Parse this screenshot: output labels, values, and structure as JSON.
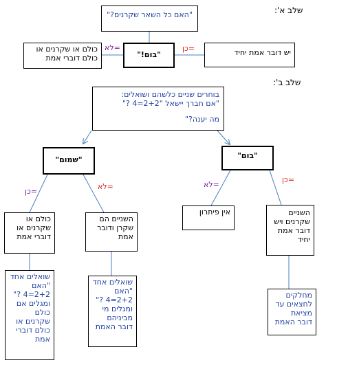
{
  "stage_a": {
    "heading": "שלב א':",
    "question": "\"האם כל השאר שקרנים?\"",
    "boom": "\"בום!\"",
    "label_no": "=לא",
    "label_yes": "=כן",
    "left_box": [
      "כולם או שקרנים או",
      "כולם דוברי אמת"
    ],
    "right_box": "יש דובר אמת יחיד"
  },
  "stage_b": {
    "heading": "שלב ב':",
    "top_box": [
      "בוחרים שניים כלשהם ושואלים:",
      "\"אם חברך יישאל   \"2+2=4 ?\"",
      "מה יענה?\""
    ],
    "shmum": "\"שמום\"",
    "boom": "\"בום\"",
    "shmum_yes": "=כן",
    "shmum_no": "=לא",
    "boom_no": "=לא",
    "boom_yes": "=כן",
    "box_all_same": [
      "כולם או",
      "שקרנים או",
      "דוברי אמת"
    ],
    "box_liar_truth": [
      "השניים הם",
      "שקרן ודובר",
      "אמת"
    ],
    "box_no_solution": "אין פיתרון",
    "box_two_liars": [
      "השניים",
      "שקרנים ויש",
      "דובר אמת",
      "יחיד"
    ],
    "final_1": [
      "שואלים אחד",
      "\"האם",
      "2+2=4 ?\"",
      "ומגלים אם",
      "כולם",
      "שקרנים או",
      "כולם דוברי",
      "אמת"
    ],
    "final_2": [
      "שואלים אחד",
      "\"האם",
      "2+2=4 ?\"",
      "ומגלים מי",
      "מביניהם",
      "דובר האמת"
    ],
    "final_3": [
      "מחלקים",
      "לחצאים עד",
      "מציאת",
      "דובר האמת"
    ]
  }
}
